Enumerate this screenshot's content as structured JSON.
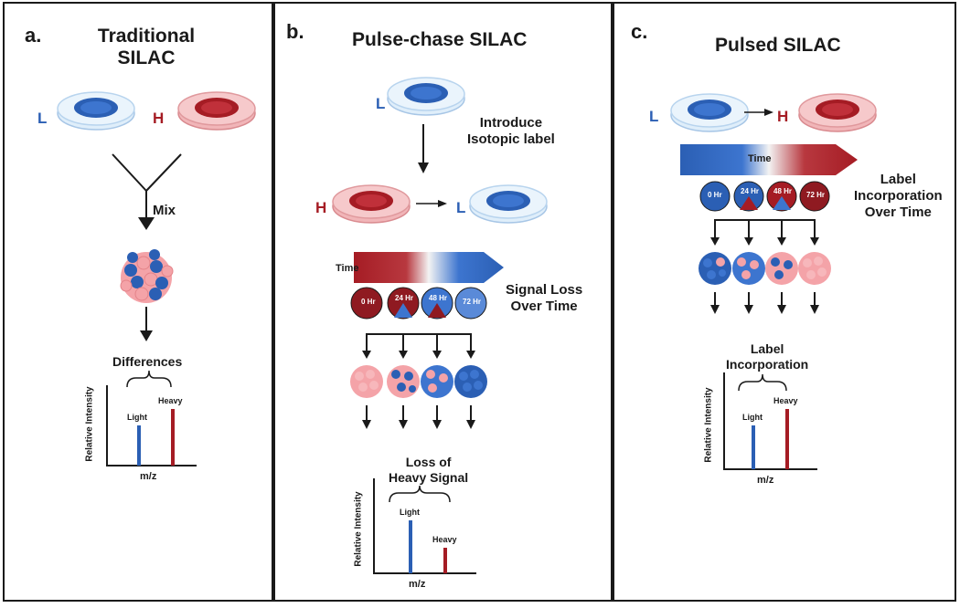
{
  "panels": {
    "a": {
      "letter": "a.",
      "title": [
        "Traditional",
        "SILAC"
      ],
      "L": "L",
      "H": "H",
      "mix": "Mix",
      "differences": "Differences",
      "chart": {
        "ylabel": "Relative Intensity",
        "xlabel": "m/z",
        "light": "Light",
        "heavy": "Heavy"
      }
    },
    "b": {
      "letter": "b.",
      "title": "Pulse-chase SILAC",
      "L_top": "L",
      "introduce": [
        "Introduce",
        "Isotopic label"
      ],
      "H": "H",
      "L_right": "L",
      "time": "Time",
      "signal_loss": [
        "Signal Loss",
        "Over Time"
      ],
      "timepoints": [
        "0 Hr",
        "24 Hr",
        "48 Hr",
        "72 Hr"
      ],
      "loss_of": [
        "Loss of",
        "Heavy Signal"
      ],
      "chart": {
        "ylabel": "Relative Intensity",
        "xlabel": "m/z",
        "light": "Light",
        "heavy": "Heavy"
      }
    },
    "c": {
      "letter": "c.",
      "title": "Pulsed SILAC",
      "L": "L",
      "H": "H",
      "time": "Time",
      "label_incorp_time": [
        "Label",
        "Incorporation",
        "Over Time"
      ],
      "timepoints": [
        "0 Hr",
        "24 Hr",
        "48 Hr",
        "72 Hr"
      ],
      "label_incorp": [
        "Label",
        "Incorporation"
      ],
      "chart": {
        "ylabel": "Relative Intensity",
        "xlabel": "m/z",
        "light": "Light",
        "heavy": "Heavy"
      }
    }
  },
  "colors": {
    "light_blue": "#2b5fb4",
    "heavy_red": "#a51c24",
    "pink": "#f4a3a8",
    "dish_blue": "#dfeefa",
    "dish_red": "#f6c9cb"
  }
}
